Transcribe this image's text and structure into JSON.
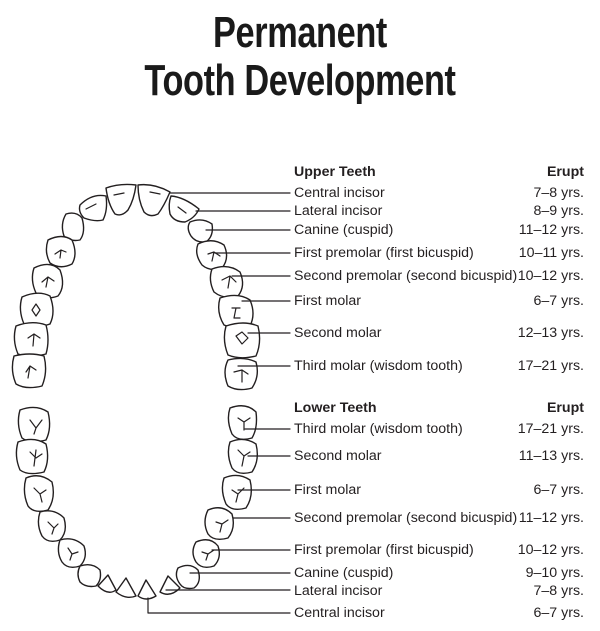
{
  "title": {
    "line1": "Permanent",
    "line2": "Tooth Development"
  },
  "upper": {
    "heading": "Upper Teeth",
    "erupt_label": "Erupt",
    "rows": [
      {
        "name": "Central incisor",
        "age": "7–8 yrs."
      },
      {
        "name": "Lateral incisor",
        "age": "8–9 yrs."
      },
      {
        "name": "Canine (cuspid)",
        "age": "11–12 yrs."
      },
      {
        "name": "First premolar (first bicuspid)",
        "age": "10–11 yrs."
      },
      {
        "name": "Second premolar (second bicuspid)",
        "age": "10–12 yrs."
      },
      {
        "name": "First molar",
        "age": "6–7 yrs."
      },
      {
        "name": "Second molar",
        "age": "12–13 yrs."
      },
      {
        "name": "Third molar (wisdom tooth)",
        "age": "17–21 yrs."
      }
    ]
  },
  "lower": {
    "heading": "Lower Teeth",
    "erupt_label": "Erupt",
    "rows": [
      {
        "name": "Third molar (wisdom tooth)",
        "age": "17–21 yrs."
      },
      {
        "name": "Second molar",
        "age": "11–13 yrs."
      },
      {
        "name": "First molar",
        "age": "6–7 yrs."
      },
      {
        "name": "Second premolar (second bicuspid)",
        "age": "11–12 yrs."
      },
      {
        "name": "First premolar (first bicuspid)",
        "age": "10–12 yrs."
      },
      {
        "name": "Canine (cuspid)",
        "age": "9–10 yrs."
      },
      {
        "name": "Lateral incisor",
        "age": "7–8 yrs."
      },
      {
        "name": "Central incisor",
        "age": "6–7 yrs."
      }
    ]
  }
}
